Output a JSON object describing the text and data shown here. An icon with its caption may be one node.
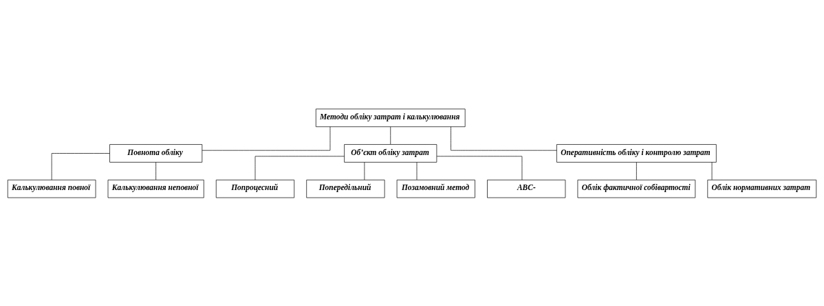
{
  "diagram": {
    "nodes": [
      {
        "text": [
          "Методи обліку затрат і калькулювання"
        ]
      },
      {
        "text": [
          "Повнота обліку"
        ]
      },
      {
        "text": [
          "Об’єкт обліку затрат"
        ]
      },
      {
        "text": [
          "Оперативність обліку і контролю затрат"
        ]
      },
      {
        "text": [
          "Калькулювання повної"
        ]
      },
      {
        "text": [
          "Калькулювання неповної"
        ]
      },
      {
        "text": [
          "Попроцесний"
        ]
      },
      {
        "text": [
          "Попередільний"
        ]
      },
      {
        "text": [
          "Позамовний метод"
        ]
      },
      {
        "text": [
          "ABC-"
        ]
      },
      {
        "text": [
          "Облік фактичної собівартості"
        ]
      },
      {
        "text": [
          "Облік нормативних затрат"
        ]
      }
    ],
    "edges": [
      {
        "from": 0,
        "to": 1,
        "arrow": "none"
      },
      {
        "from": 0,
        "to": 2,
        "arrow": "none"
      },
      {
        "from": 0,
        "to": 3,
        "arrow": "none"
      },
      {
        "from": 1,
        "to": 4,
        "arrow": "none"
      },
      {
        "from": 1,
        "to": 5,
        "arrow": "none"
      },
      {
        "from": 2,
        "to": 6,
        "arrow": "none"
      },
      {
        "from": 2,
        "to": 7,
        "arrow": "none"
      },
      {
        "from": 2,
        "to": 8,
        "arrow": "none"
      },
      {
        "from": 2,
        "to": 9,
        "arrow": "none"
      },
      {
        "from": 3,
        "to": 10,
        "arrow": "none"
      },
      {
        "from": 3,
        "to": 11,
        "arrow": "none"
      }
    ]
  }
}
